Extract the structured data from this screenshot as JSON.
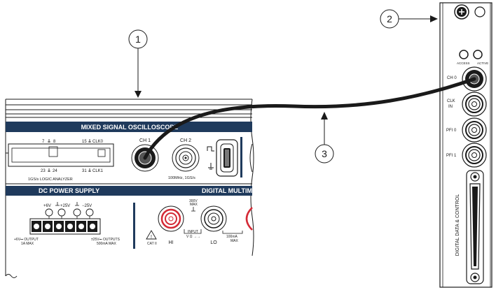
{
  "callouts": [
    {
      "number": "1"
    },
    {
      "number": "2"
    },
    {
      "number": "3"
    }
  ],
  "oscilloscope": {
    "banner": "MIXED SIGNAL OSCILLOSCOPE",
    "ch1": "CH 1",
    "ch2": "CH 2",
    "spec": "100MHz, 1GS/s",
    "la_label": "1GS/s LOGIC ANALYZER",
    "pins": {
      "p7": "7",
      "p8": "8",
      "p15": "15",
      "clk0": "CLK0",
      "p23": "23",
      "p24": "24",
      "p31": "31",
      "clk1": "CLK1"
    }
  },
  "power_supply": {
    "banner": "DC POWER SUPPLY",
    "v6": "+6V",
    "v25p": "+25V",
    "v25n": "−25V",
    "out1_a": "+6V⎓ OUTPUT",
    "out1_b": "1A MAX",
    "out2_a": "±25V⎓ OUTPUTS",
    "out2_b": "500mA MAX"
  },
  "dmm": {
    "banner": "DIGITAL MULTIM",
    "hi": "HI",
    "lo": "LO",
    "v300_a": "300V",
    "v300_b": "MAX",
    "input_a": "INPUT",
    "input_b": "V Ω →→",
    "ma_a": "100mA",
    "ma_b": "MAX",
    "cat": "CAT II"
  },
  "module": {
    "access": "ACCESS",
    "active": "ACTIVE",
    "ch0": "CH 0",
    "clk_a": "CLK",
    "clk_b": "IN",
    "pfi0": "PFI 0",
    "pfi1": "PFI 1",
    "vertical": "DIGITAL DATA & CONTROL"
  },
  "colors": {
    "banner_navy": "#1f3a5c",
    "red_jack": "#d42a36",
    "line": "#1a1a1a"
  }
}
